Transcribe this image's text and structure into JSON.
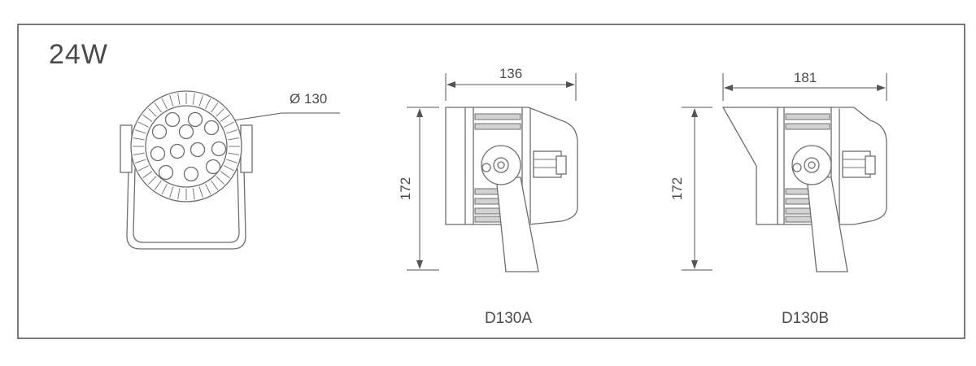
{
  "power_label": "24W",
  "front_view": {
    "diameter_label": "Ø 130"
  },
  "model_a": {
    "name": "D130A",
    "width_label": "136",
    "height_label": "172"
  },
  "model_b": {
    "name": "D130B",
    "width_label": "181",
    "height_label": "172"
  }
}
